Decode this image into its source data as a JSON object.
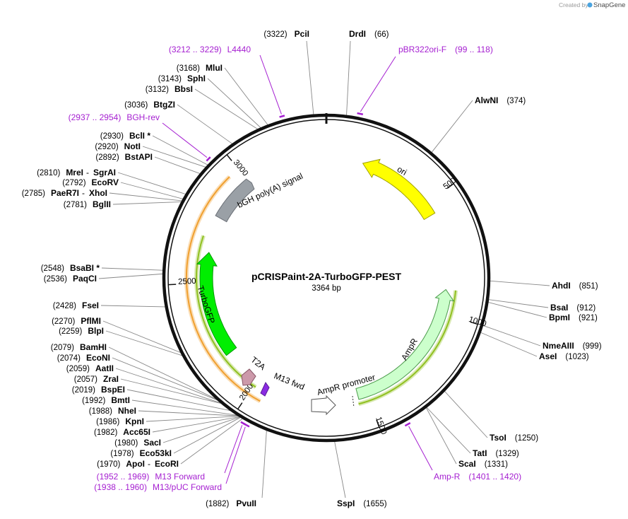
{
  "credit": {
    "prefix": "Created by",
    "brand": "SnapGene"
  },
  "plasmid": {
    "name": "pCRISPaint-2A-TurboGFP-PEST",
    "length_label": "3364 bp",
    "length": 3364
  },
  "ticks": [
    {
      "label": "500",
      "bp": 500
    },
    {
      "label": "1000",
      "bp": 1000
    },
    {
      "label": "1500",
      "bp": 1500
    },
    {
      "label": "2000",
      "bp": 2000
    },
    {
      "label": "2500",
      "bp": 2500
    },
    {
      "label": "3000",
      "bp": 3000
    }
  ],
  "sites_right": [
    {
      "name": "DrdI",
      "pos": "(66)",
      "bp": 66
    },
    {
      "name": "AlwNI",
      "pos": "(374)",
      "bp": 374
    },
    {
      "name": "AhdI",
      "pos": "(851)",
      "bp": 851
    },
    {
      "name": "BsaI",
      "pos": "(912)",
      "bp": 912
    },
    {
      "name": "BpmI",
      "pos": "(921)",
      "bp": 921
    },
    {
      "name": "NmeAIII",
      "pos": "(999)",
      "bp": 999
    },
    {
      "name": "AseI",
      "pos": "(1023)",
      "bp": 1023
    },
    {
      "name": "TsoI",
      "pos": "(1250)",
      "bp": 1250
    },
    {
      "name": "TatI",
      "pos": "(1329)",
      "bp": 1329
    },
    {
      "name": "ScaI",
      "pos": "(1331)",
      "bp": 1331
    },
    {
      "name": "SspI",
      "pos": "(1655)",
      "bp": 1655
    }
  ],
  "sites_left": [
    {
      "name": "PciI",
      "pos": "(3322)",
      "bp": 3322
    },
    {
      "name": "MluI",
      "pos": "(3168)",
      "bp": 3168
    },
    {
      "name": "SphI",
      "pos": "(3143)",
      "bp": 3143
    },
    {
      "name": "BbsI",
      "pos": "(3132)",
      "bp": 3132
    },
    {
      "name": "BtgZI",
      "pos": "(3036)",
      "bp": 3036
    },
    {
      "name": "BclI *",
      "pos": "(2930)",
      "bp": 2930
    },
    {
      "name": "NotI",
      "pos": "(2920)",
      "bp": 2920
    },
    {
      "name": "BstAPI",
      "pos": "(2892)",
      "bp": 2892
    },
    {
      "name": "MreI",
      "name2": "SgrAI",
      "pos": "(2810)",
      "bp": 2810
    },
    {
      "name": "EcoRV",
      "pos": "(2792)",
      "bp": 2792
    },
    {
      "name": "PaeR7I",
      "name2": "XhoI",
      "pos": "(2785)",
      "bp": 2785
    },
    {
      "name": "BglII",
      "pos": "(2781)",
      "bp": 2781
    },
    {
      "name": "BsaBI *",
      "pos": "(2548)",
      "bp": 2548
    },
    {
      "name": "PaqCI",
      "pos": "(2536)",
      "bp": 2536
    },
    {
      "name": "FseI",
      "pos": "(2428)",
      "bp": 2428
    },
    {
      "name": "PflMI",
      "pos": "(2270)",
      "bp": 2270
    },
    {
      "name": "BlpI",
      "pos": "(2259)",
      "bp": 2259
    },
    {
      "name": "BamHI",
      "pos": "(2079)",
      "bp": 2079
    },
    {
      "name": "EcoNI",
      "pos": "(2074)",
      "bp": 2074
    },
    {
      "name": "AatII",
      "pos": "(2059)",
      "bp": 2059
    },
    {
      "name": "ZraI",
      "pos": "(2057)",
      "bp": 2057
    },
    {
      "name": "BspEI",
      "pos": "(2019)",
      "bp": 2019
    },
    {
      "name": "BmtI",
      "pos": "(1992)",
      "bp": 1992
    },
    {
      "name": "NheI",
      "pos": "(1988)",
      "bp": 1988
    },
    {
      "name": "KpnI",
      "pos": "(1986)",
      "bp": 1986
    },
    {
      "name": "Acc65I",
      "pos": "(1982)",
      "bp": 1982
    },
    {
      "name": "SacI",
      "pos": "(1980)",
      "bp": 1980
    },
    {
      "name": "Eco53kI",
      "pos": "(1978)",
      "bp": 1978
    },
    {
      "name": "ApoI",
      "name2": "EcoRI",
      "pos": "(1970)",
      "bp": 1970
    },
    {
      "name": "PvuII",
      "pos": "(1882)",
      "bp": 1882
    }
  ],
  "primers": [
    {
      "name": "L4440",
      "range": "(3212 .. 3229)",
      "start": 3212,
      "end": 3229
    },
    {
      "name": "pBR322ori-F",
      "range": "(99 .. 118)",
      "start": 99,
      "end": 118
    },
    {
      "name": "BGH-rev",
      "range": "(2937 .. 2954)",
      "start": 2937,
      "end": 2954
    },
    {
      "name": "M13 Forward",
      "range": "(1952 .. 1969)",
      "start": 1952,
      "end": 1969
    },
    {
      "name": "M13/pUC Forward",
      "range": "(1938 .. 1960)",
      "start": 1938,
      "end": 1960
    },
    {
      "name": "Amp-R",
      "range": "(1401 .. 1420)",
      "start": 1401,
      "end": 1420
    }
  ],
  "features": [
    {
      "name": "ori",
      "start": 553,
      "end": 165,
      "color": "#ffff00",
      "stroke": "#a0a000"
    },
    {
      "name": "AmpR",
      "start": 1542,
      "end": 893,
      "color": "#ccffcc",
      "stroke": "#4a9a4a"
    },
    {
      "name": "AmpR promoter",
      "start": 1647,
      "end": 1542,
      "color": "#ffffff",
      "stroke": "#555555"
    },
    {
      "name": "bGH poly(A) signal",
      "start": 2797,
      "end": 2999,
      "color": "#9aa0a6",
      "stroke": "#6b7077"
    },
    {
      "name": "TurboGFP",
      "start": 2170,
      "end": 2637,
      "color": "#00ee00",
      "stroke": "#009900"
    },
    {
      "name": "T2A",
      "start": 2110,
      "end": 2150,
      "color": "#cc99aa",
      "stroke": "#885566"
    },
    {
      "name": "M13 fwd",
      "start": 2050,
      "end": 2066,
      "color": "#8a2be2",
      "stroke": "#5a1a99"
    }
  ],
  "colors": {
    "primer": "#a51fd1",
    "backbone": "#111111",
    "orange_arc": "#f0a030",
    "green_arc": "#90c020"
  }
}
